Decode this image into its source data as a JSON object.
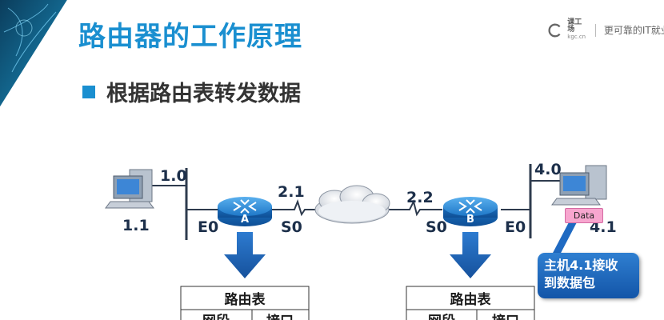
{
  "slide": {
    "title": "路由器的工作原理",
    "bullet": "根据路由表转发数据"
  },
  "logo": {
    "brand": "课工场",
    "domain": "kgc.cn",
    "slogan": "更可靠的IT就业"
  },
  "network": {
    "left_network": "1.0",
    "left_host": "1.1",
    "serial_link_a": "2.1",
    "serial_link_b": "2.2",
    "right_network": "4.0",
    "right_host": "4.1",
    "router_a": {
      "name": "A",
      "eth_port": "E0",
      "serial_port": "S0"
    },
    "router_b": {
      "name": "B",
      "eth_port": "E0",
      "serial_port": "S0"
    }
  },
  "packet_label": "Data",
  "callout": {
    "line1": "主机4.1接收",
    "line2": "到数据包"
  },
  "routing_tables": [
    {
      "title": "路由表",
      "col_network": "网段",
      "col_port": "接口"
    },
    {
      "title": "路由表",
      "col_network": "网段",
      "col_port": "接口"
    }
  ],
  "colors": {
    "accent": "#1a8fd0",
    "router": "#1f7fd0",
    "arrow": "#1b5fae",
    "packet": "#f7a6cf",
    "callout": "#1f6ac2"
  }
}
